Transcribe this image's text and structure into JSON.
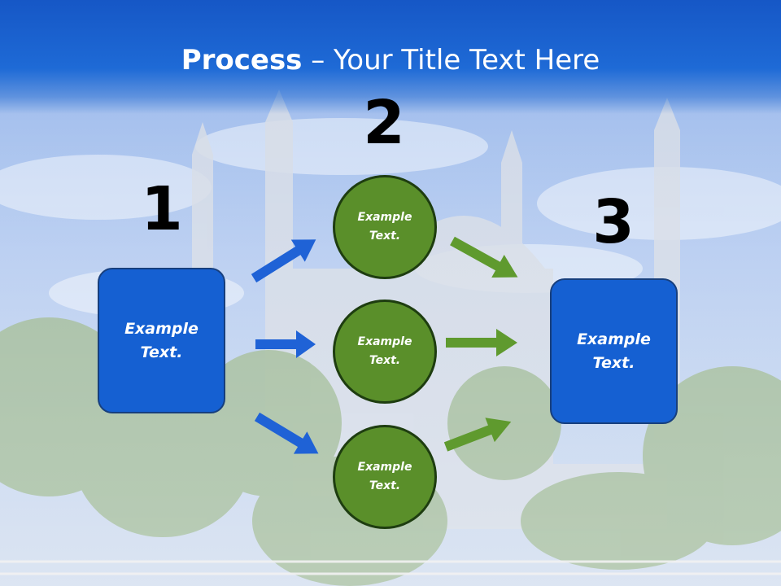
{
  "title": {
    "bold": "Process",
    "rest": " – Your Title Text Here"
  },
  "steps": {
    "num1": "1",
    "num2": "2",
    "num3": "3"
  },
  "left_box": {
    "text": "Example\nText."
  },
  "right_box": {
    "text": "Example\nText."
  },
  "circles": [
    {
      "text": "Example\nText."
    },
    {
      "text": "Example\nText."
    },
    {
      "text": "Example\nText."
    }
  ],
  "colors": {
    "title_bar": "#1657c6",
    "box_fill": "#1560d2",
    "circle_fill": "#5a8f2a",
    "blue_arrow": "#1f62d6",
    "green_arrow": "#5f9a2e"
  }
}
